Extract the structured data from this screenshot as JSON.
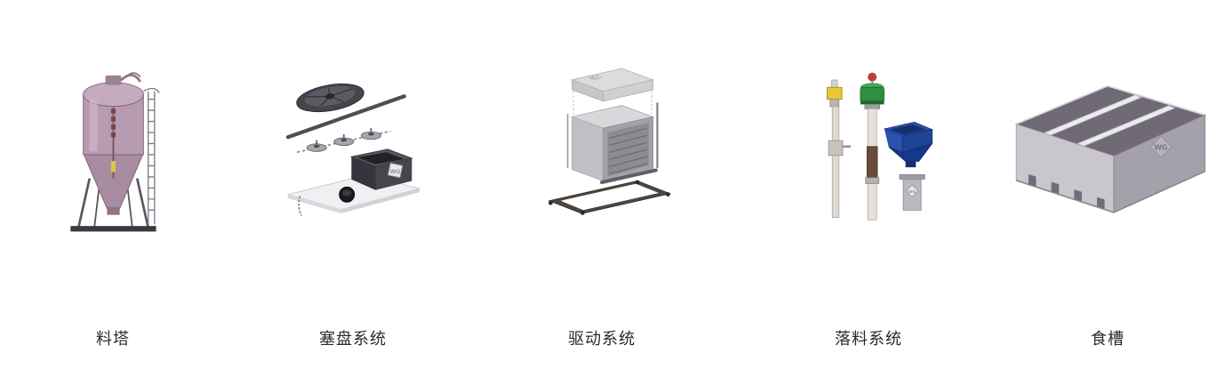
{
  "page": {
    "background": "#ffffff"
  },
  "logo": {
    "text": "WG"
  },
  "colors": {
    "silo_body": "#b79cb1",
    "silo_top": "#c4abbe",
    "silo_cone": "#a78ba0",
    "hopper_blue": "#2a52ae",
    "motor_green": "#2f8f3f",
    "feedline_green": "#27c24c",
    "machine_gray": "#c0c0c4",
    "trough_front": "#c9c6cd",
    "trough_side": "#a5a1ab",
    "label_text": "#2b2b2b"
  },
  "products": [
    {
      "label": "料塔"
    },
    {
      "label": "塞盘系统"
    },
    {
      "label": "驱动系统"
    },
    {
      "label": "落料系统"
    },
    {
      "label": "食槽"
    }
  ]
}
